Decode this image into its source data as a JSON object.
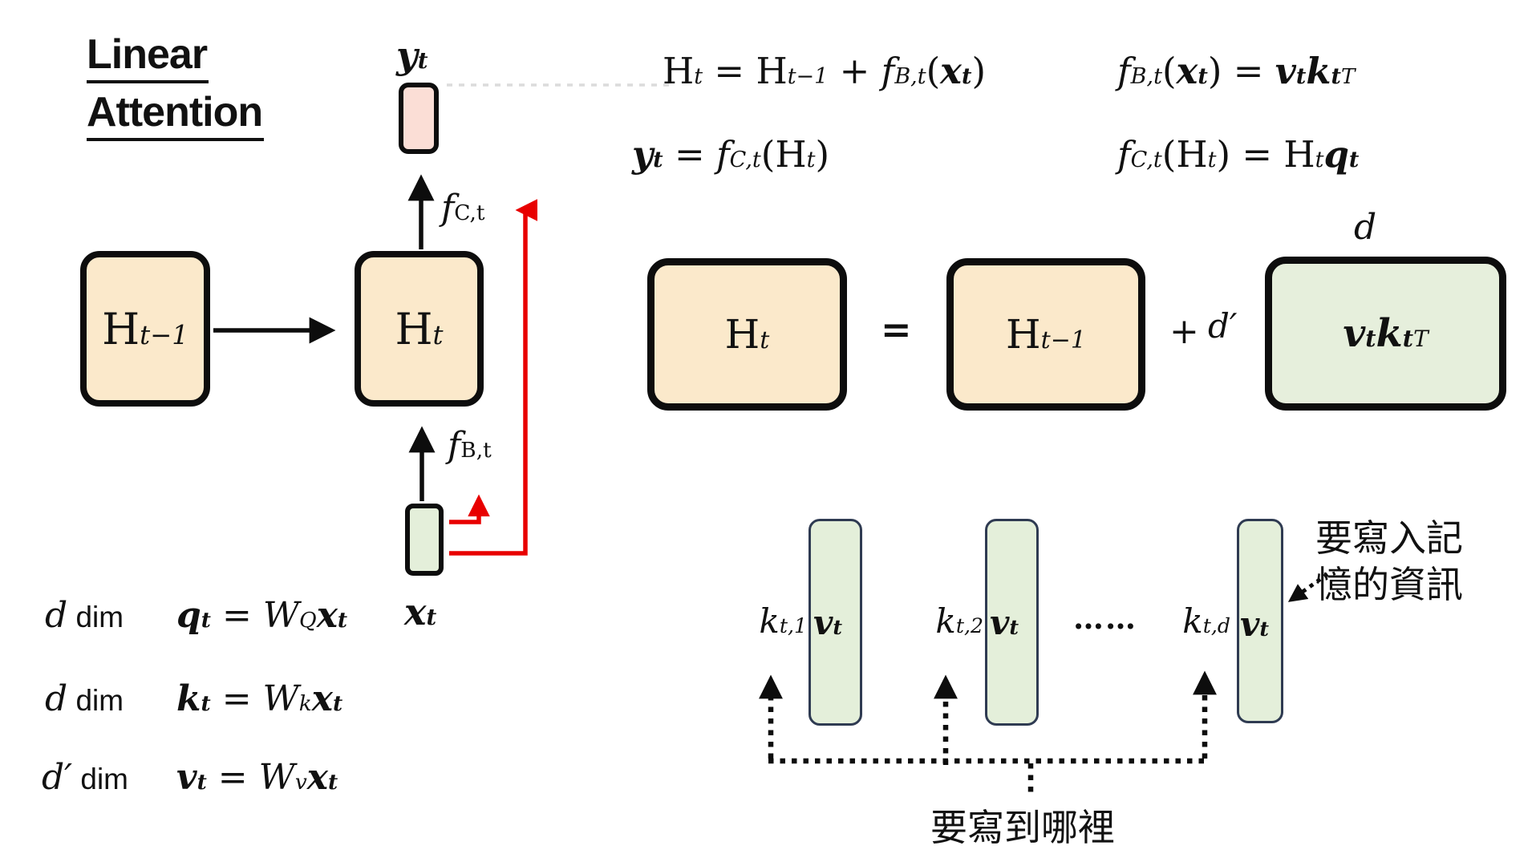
{
  "title": {
    "line1": "Linear",
    "line2": "Attention"
  },
  "colors": {
    "cream": "#FBE9CB",
    "pink": "#FBDED6",
    "green": "#E4EFDA",
    "bar_border": "#2F3B52",
    "red": "#E80000",
    "black": "#111111"
  },
  "left_diagram": {
    "yt_label": [
      {
        "t": "y",
        "f": "bi"
      },
      {
        "t": "t",
        "f": "bi",
        "p": "sub"
      }
    ],
    "fct_label": [
      {
        "t": "f",
        "f": "it"
      },
      {
        "t": "C,t",
        "f": "rm",
        "p": "sub"
      }
    ],
    "fbt_label": [
      {
        "t": "f",
        "f": "it"
      },
      {
        "t": "B,t",
        "f": "rm",
        "p": "sub"
      }
    ],
    "h_prev_label": [
      {
        "t": "H",
        "f": "rm"
      },
      {
        "t": "t−1",
        "f": "it",
        "p": "sub"
      }
    ],
    "h_t_label": [
      {
        "t": "H",
        "f": "rm"
      },
      {
        "t": "t",
        "f": "it",
        "p": "sub"
      }
    ],
    "xt_label": [
      {
        "t": "x",
        "f": "bi"
      },
      {
        "t": "t",
        "f": "bi",
        "p": "sub"
      }
    ]
  },
  "equations": {
    "eq1": [
      {
        "t": "H",
        "f": "rm"
      },
      {
        "t": "t",
        "f": "it",
        "p": "sub"
      },
      {
        "t": " = ",
        "f": "rm"
      },
      {
        "t": "H",
        "f": "rm"
      },
      {
        "t": "t−1",
        "f": "it",
        "p": "sub"
      },
      {
        "t": " + ",
        "f": "rm"
      },
      {
        "t": "f",
        "f": "it"
      },
      {
        "t": "B,t",
        "f": "it",
        "p": "sub"
      },
      {
        "t": "(",
        "f": "rm"
      },
      {
        "t": "x",
        "f": "bi"
      },
      {
        "t": "t",
        "f": "bi",
        "p": "sub"
      },
      {
        "t": ")",
        "f": "rm"
      }
    ],
    "eq2": [
      {
        "t": "y",
        "f": "bi"
      },
      {
        "t": "t",
        "f": "bi",
        "p": "sub"
      },
      {
        "t": " = ",
        "f": "rm"
      },
      {
        "t": "f",
        "f": "it"
      },
      {
        "t": "C,t",
        "f": "it",
        "p": "sub"
      },
      {
        "t": "(",
        "f": "rm"
      },
      {
        "t": "H",
        "f": "rm"
      },
      {
        "t": "t",
        "f": "it",
        "p": "sub"
      },
      {
        "t": ")",
        "f": "rm"
      }
    ],
    "eq3": [
      {
        "t": "f",
        "f": "it"
      },
      {
        "t": "B,t",
        "f": "it",
        "p": "sub"
      },
      {
        "t": "(",
        "f": "rm"
      },
      {
        "t": "x",
        "f": "bi"
      },
      {
        "t": "t",
        "f": "bi",
        "p": "sub"
      },
      {
        "t": ") = ",
        "f": "rm"
      },
      {
        "t": "v",
        "f": "bi"
      },
      {
        "t": "t",
        "f": "bi",
        "p": "sub"
      },
      {
        "t": "k",
        "f": "bi"
      },
      {
        "t": "t",
        "f": "bi",
        "p": "sub"
      },
      {
        "t": "T",
        "f": "it",
        "p": "sup"
      }
    ],
    "eq4": [
      {
        "t": "f",
        "f": "it"
      },
      {
        "t": "C,t",
        "f": "it",
        "p": "sub"
      },
      {
        "t": "(",
        "f": "rm"
      },
      {
        "t": "H",
        "f": "rm"
      },
      {
        "t": "t",
        "f": "it",
        "p": "sub"
      },
      {
        "t": ") = ",
        "f": "rm"
      },
      {
        "t": "H",
        "f": "rm"
      },
      {
        "t": "t",
        "f": "it",
        "p": "sub"
      },
      {
        "t": "q",
        "f": "bi"
      },
      {
        "t": "t",
        "f": "bi",
        "p": "sub"
      }
    ]
  },
  "matrix_row": {
    "h_t_label": [
      {
        "t": "H",
        "f": "rm"
      },
      {
        "t": "t",
        "f": "it",
        "p": "sub"
      }
    ],
    "equals": "=",
    "h_prev_label": [
      {
        "t": "H",
        "f": "rm"
      },
      {
        "t": "t−1",
        "f": "it",
        "p": "sub"
      }
    ],
    "plus": "+",
    "d_prime": [
      {
        "t": "d′",
        "f": "it"
      }
    ],
    "d_top": [
      {
        "t": "d",
        "f": "it"
      }
    ],
    "vkt_label": [
      {
        "t": "v",
        "f": "bi"
      },
      {
        "t": "t",
        "f": "bi",
        "p": "sub"
      },
      {
        "t": "k",
        "f": "bi"
      },
      {
        "t": "t",
        "f": "bi",
        "p": "sub"
      },
      {
        "t": "T",
        "f": "it",
        "p": "sup"
      }
    ]
  },
  "dims": {
    "rows": [
      {
        "label": [
          {
            "t": "d",
            "f": "it"
          },
          {
            "t": " dim",
            "f": "sans"
          }
        ],
        "eq": [
          {
            "t": "q",
            "f": "bi"
          },
          {
            "t": "t",
            "f": "bi",
            "p": "sub"
          },
          {
            "t": " = ",
            "f": "rm"
          },
          {
            "t": "W",
            "f": "it"
          },
          {
            "t": "Q",
            "f": "it",
            "p": "sub"
          },
          {
            "t": "x",
            "f": "bi"
          },
          {
            "t": "t",
            "f": "bi",
            "p": "sub"
          }
        ]
      },
      {
        "label": [
          {
            "t": "d",
            "f": "it"
          },
          {
            "t": " dim",
            "f": "sans"
          }
        ],
        "eq": [
          {
            "t": "k",
            "f": "bi"
          },
          {
            "t": "t",
            "f": "bi",
            "p": "sub"
          },
          {
            "t": " = ",
            "f": "rm"
          },
          {
            "t": "W",
            "f": "it"
          },
          {
            "t": "k",
            "f": "it",
            "p": "sub"
          },
          {
            "t": "x",
            "f": "bi"
          },
          {
            "t": "t",
            "f": "bi",
            "p": "sub"
          }
        ]
      },
      {
        "label": [
          {
            "t": "d′",
            "f": "it"
          },
          {
            "t": " dim",
            "f": "sans"
          }
        ],
        "eq": [
          {
            "t": "v",
            "f": "bi"
          },
          {
            "t": "t",
            "f": "bi",
            "p": "sub"
          },
          {
            "t": " = ",
            "f": "rm"
          },
          {
            "t": "W",
            "f": "it"
          },
          {
            "t": "v",
            "f": "it",
            "p": "sub"
          },
          {
            "t": "x",
            "f": "bi"
          },
          {
            "t": "t",
            "f": "bi",
            "p": "sub"
          }
        ]
      }
    ]
  },
  "write_diagram": {
    "bars": [
      {
        "k": [
          {
            "t": "k",
            "f": "it"
          },
          {
            "t": "t,1",
            "f": "it",
            "p": "sub"
          }
        ],
        "v": [
          {
            "t": "v",
            "f": "bi"
          },
          {
            "t": "t",
            "f": "bi",
            "p": "sub"
          }
        ]
      },
      {
        "k": [
          {
            "t": "k",
            "f": "it"
          },
          {
            "t": "t,2",
            "f": "it",
            "p": "sub"
          }
        ],
        "v": [
          {
            "t": "v",
            "f": "bi"
          },
          {
            "t": "t",
            "f": "bi",
            "p": "sub"
          }
        ]
      },
      {
        "k": [
          {
            "t": "k",
            "f": "it"
          },
          {
            "t": "t,d",
            "f": "it",
            "p": "sub"
          }
        ],
        "v": [
          {
            "t": "v",
            "f": "bi"
          },
          {
            "t": "t",
            "f": "bi",
            "p": "sub"
          }
        ]
      }
    ],
    "dots": "……",
    "note_right_line1": "要寫入記",
    "note_right_line2": "憶的資訊",
    "note_bottom": "要寫到哪裡"
  }
}
